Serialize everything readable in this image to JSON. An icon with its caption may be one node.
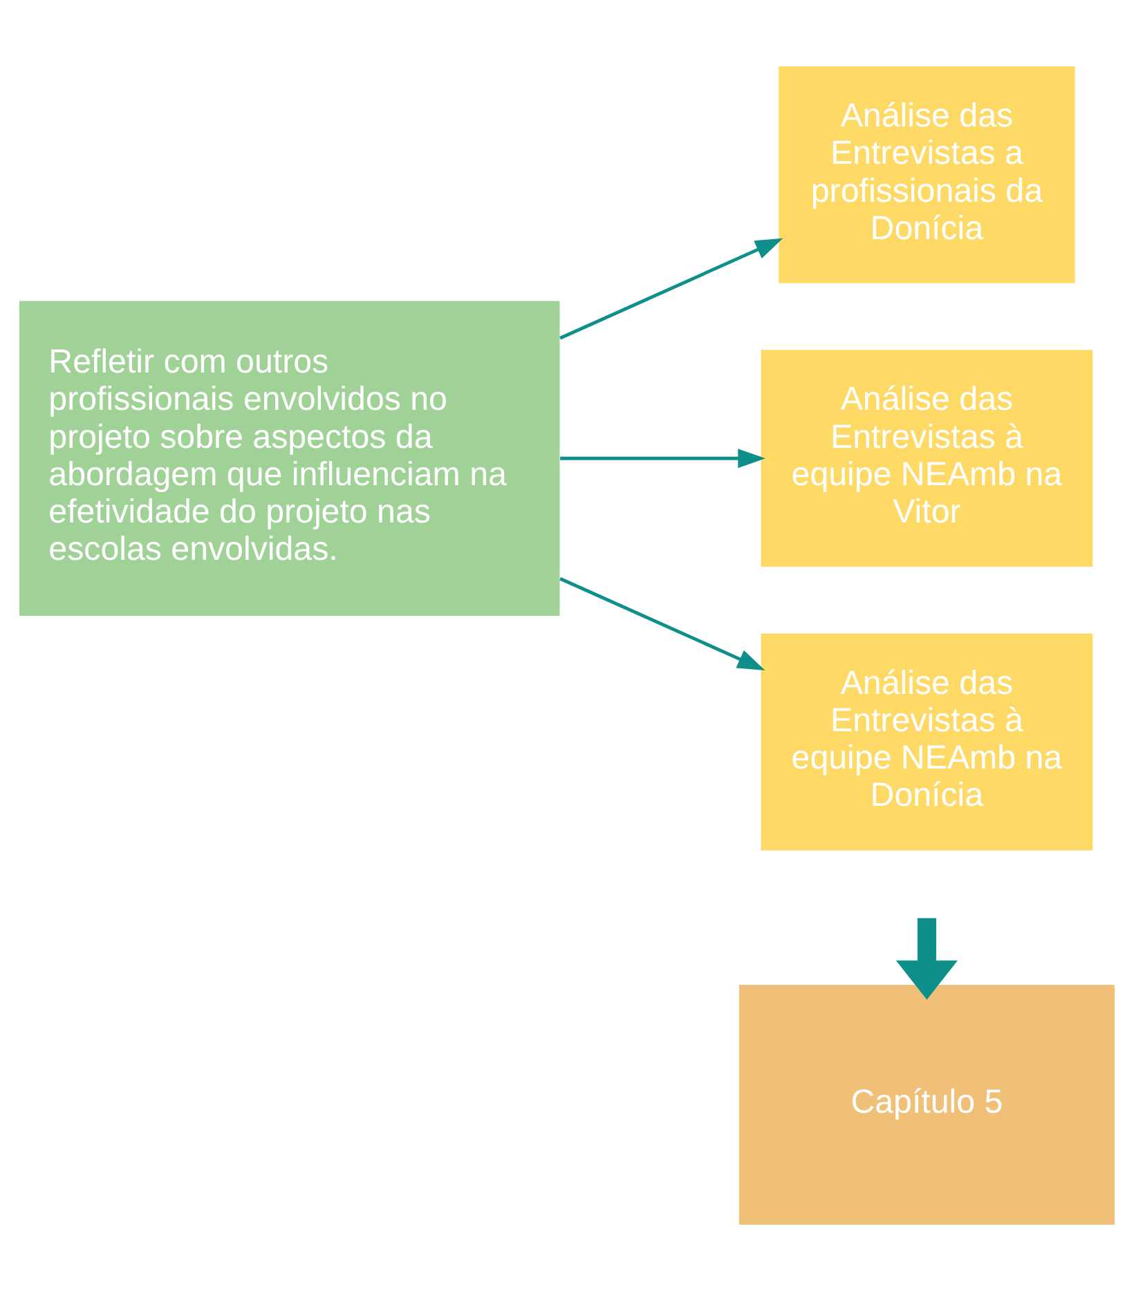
{
  "diagram": {
    "nodes": [
      {
        "text": [
          "Refletir com outros profissionais envolvidos no projeto sobre aspectos da abordagem que influenciam na efetividade do projeto nas escolas envolvidas."
        ]
      },
      {
        "text": [
          "Análise das Entrevistas a profissionais da Donícia"
        ]
      },
      {
        "text": [
          "Análise das Entrevistas à equipe NEAmb na Vitor"
        ]
      },
      {
        "text": [
          "Análise das Entrevistas à equipe NEAmb na Donícia"
        ]
      },
      {
        "text": [
          "Capítulo 5"
        ]
      }
    ],
    "edges": [
      {
        "from": 0,
        "to": 1,
        "arrow": "to"
      },
      {
        "from": 0,
        "to": 2,
        "arrow": "to"
      },
      {
        "from": 0,
        "to": 3,
        "arrow": "to"
      },
      {
        "from": null,
        "to": 4,
        "arrow": "to",
        "style": "thick"
      }
    ]
  }
}
